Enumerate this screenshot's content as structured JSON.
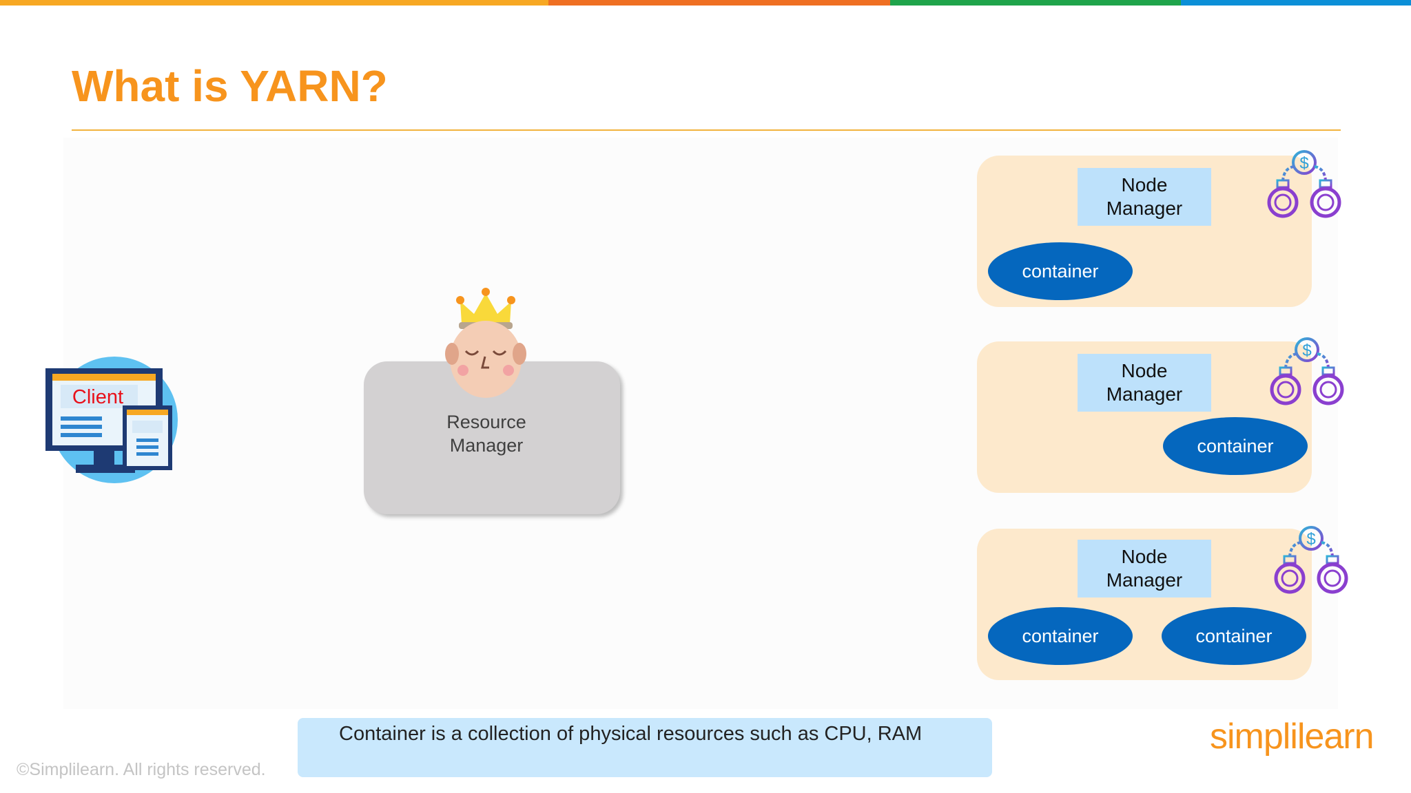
{
  "colors": {
    "accent": "#F7941D",
    "topbar": [
      "#F7A823",
      "#EF6F22",
      "#1FA44B",
      "#0B8FD7"
    ],
    "container": "#0567BE",
    "node_card": "#FDE9CC",
    "node_manager": "#BDE1FB",
    "note": "#C9E8FD"
  },
  "slide": {
    "title": "What is YARN?"
  },
  "client": {
    "label": "Client"
  },
  "resource_manager": {
    "line1": "Resource",
    "line2": "Manager"
  },
  "nodes": [
    {
      "nm_line1": "Node",
      "nm_line2": "Manager",
      "containers": [
        "container"
      ]
    },
    {
      "nm_line1": "Node",
      "nm_line2": "Manager",
      "containers": [
        "container"
      ]
    },
    {
      "nm_line1": "Node",
      "nm_line2": "Manager",
      "containers": [
        "container",
        "container"
      ]
    }
  ],
  "icons": {
    "client": "computer-monitor-icon",
    "resource_manager": "king-face-icon",
    "node_resource": "dollar-handcuffs-icon",
    "brand": "simplilearn-logo"
  },
  "note": {
    "text": "Container is a collection of physical resources such as CPU, RAM"
  },
  "footer": {
    "copyright": "©Simplilearn. All rights reserved.",
    "logo_text": "simplilearn"
  }
}
